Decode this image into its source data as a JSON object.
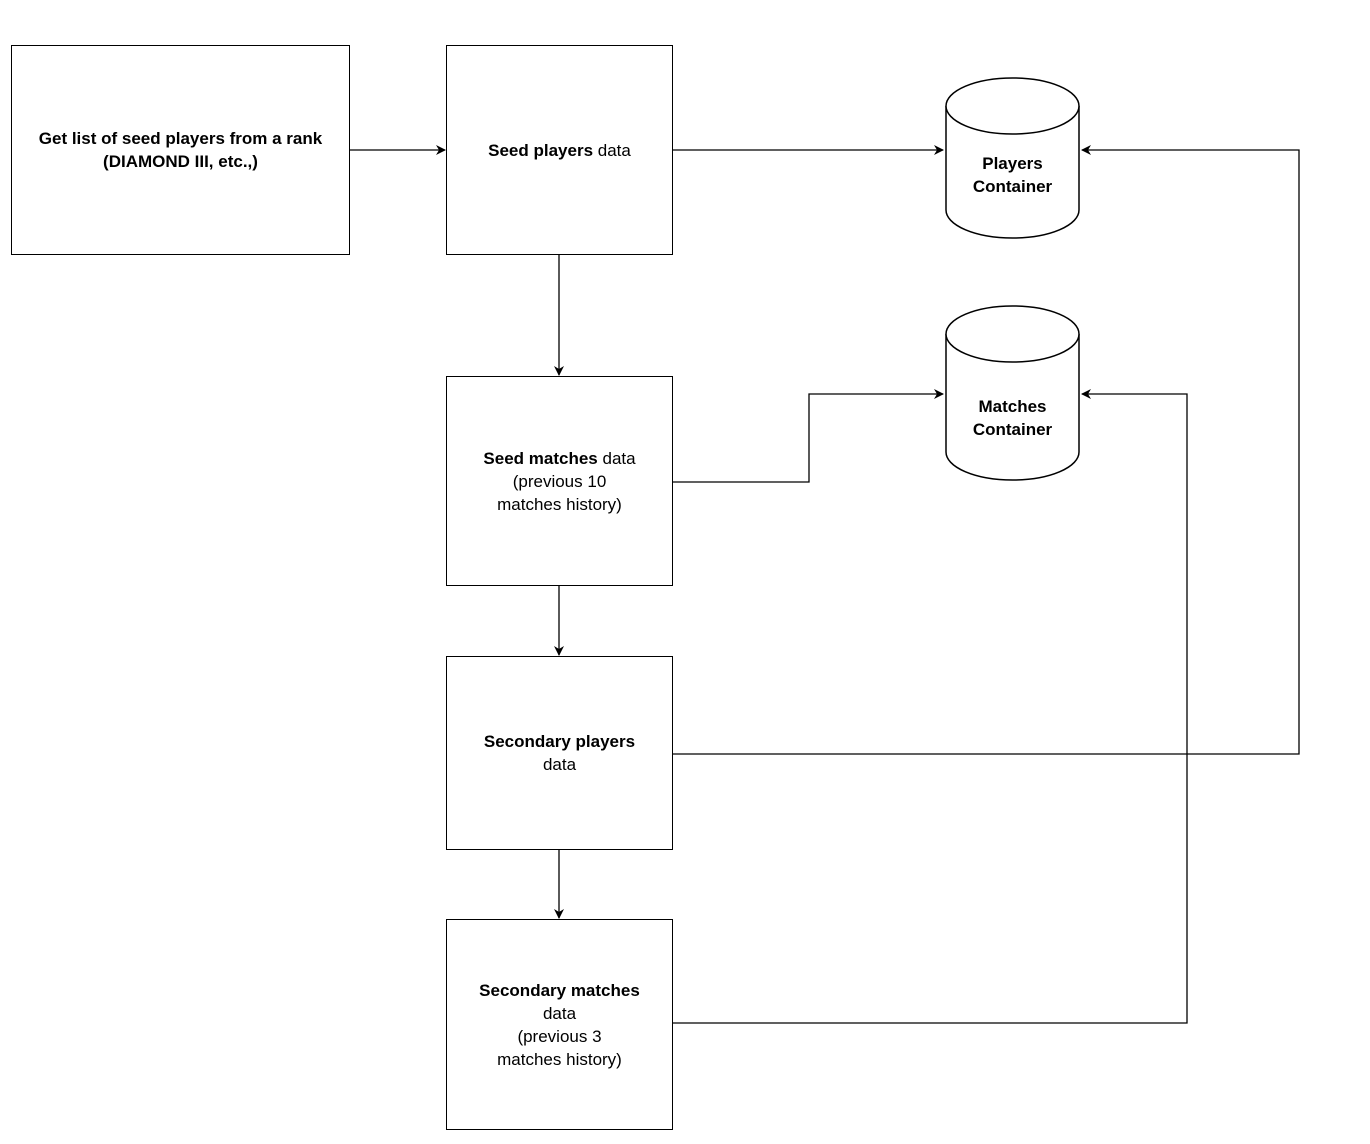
{
  "nodes": {
    "rank_source": {
      "line1": "Get list of seed players from a rank",
      "line2": "(DIAMOND III, etc.,)"
    },
    "seed_players": {
      "bold": "Seed players",
      "rest": " data"
    },
    "seed_matches": {
      "bold": "Seed matches",
      "rest": " data",
      "line2": "(previous 10",
      "line3": "matches history)"
    },
    "secondary_players": {
      "bold": "Secondary players",
      "line2": "data"
    },
    "secondary_matches": {
      "bold": "Secondary matches",
      "line2": "data",
      "line3": "(previous 3",
      "line4": "matches history)"
    }
  },
  "stores": {
    "players": {
      "line1": "Players",
      "line2": "Container"
    },
    "matches": {
      "line1": "Matches",
      "line2": "Container"
    }
  },
  "colors": {
    "stroke": "#000000",
    "background": "#ffffff"
  }
}
